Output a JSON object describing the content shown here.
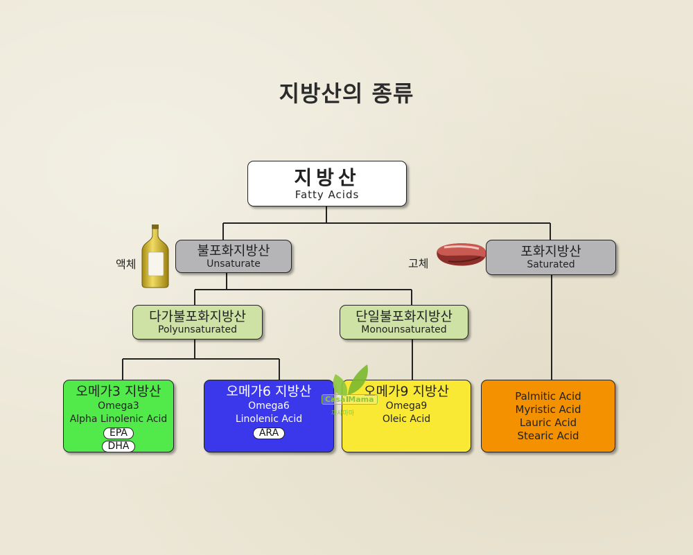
{
  "title": "지방산의 종류",
  "root": {
    "ko": "지방산",
    "en": "Fatty Acids"
  },
  "unsaturated": {
    "ko": "불포화지방산",
    "en": "Unsaturate",
    "side_label": "액체"
  },
  "saturated": {
    "ko": "포화지방산",
    "en": "Saturated",
    "side_label": "고체"
  },
  "polyunsaturated": {
    "ko": "다가불포화지방산",
    "en": "Polyunsaturated"
  },
  "monounsaturated": {
    "ko": "단일불포화지방산",
    "en": "Monounsaturated"
  },
  "omega3": {
    "ko": "오메가3 지방산",
    "en": "Omega3",
    "acid": "Alpha Linolenic Acid",
    "pills": [
      "EPA",
      "DHA"
    ],
    "color": "#52ea4a"
  },
  "omega6": {
    "ko": "오메가6 지방산",
    "en": "Omega6",
    "acid": "Linolenic Acid",
    "pills": [
      "ARA"
    ],
    "color": "#3a38ea"
  },
  "omega9": {
    "ko": "오메가9 지방산",
    "en": "Omega9",
    "acid": "Oleic Acid",
    "color": "#f9e935"
  },
  "saturated_acids": {
    "items": [
      "Palmitic Acid",
      "Myristic Acid",
      "Lauric Acid",
      "Stearic Acid"
    ],
    "color": "#f39100"
  },
  "watermark": {
    "text": "Casa Mama",
    "sub": "까사마마"
  },
  "icons": {
    "liquid": "oil-bottle-icon",
    "solid": "steak-icon",
    "logo": "leaf-logo-icon"
  }
}
